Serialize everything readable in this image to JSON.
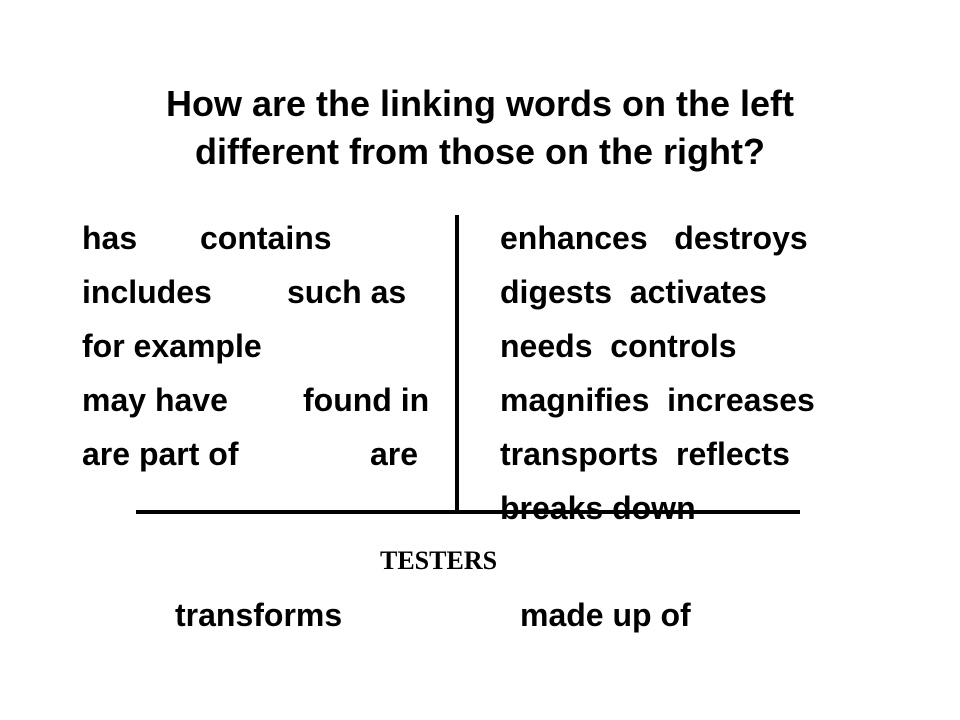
{
  "title": {
    "line1": "How are the linking words on the left",
    "line2": "different from those on the right?"
  },
  "left_column": {
    "row1": [
      "has",
      "contains"
    ],
    "row2": [
      "includes",
      "such as"
    ],
    "row3": [
      "for example"
    ],
    "row4": [
      "may have",
      "found in"
    ],
    "row5": [
      "are part of",
      "are"
    ]
  },
  "right_column": {
    "row1": "enhances   destroys",
    "row2": "digests  activates",
    "row3": "needs  controls",
    "row4": "magnifies  increases",
    "row5": "transports  reflects",
    "row6": "breaks down"
  },
  "testers": {
    "label": "TESTERS",
    "items": [
      "transforms",
      "made up of"
    ]
  }
}
